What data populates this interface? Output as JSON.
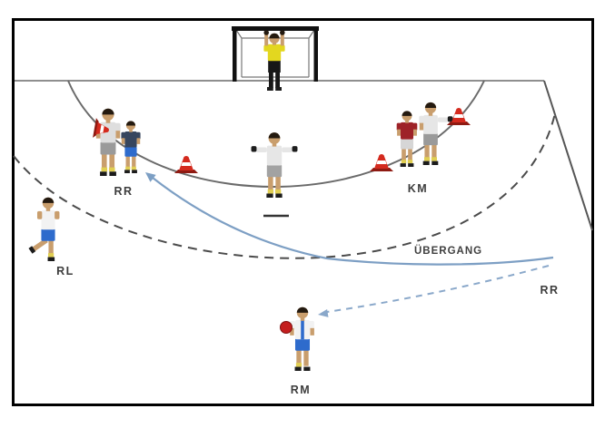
{
  "labels": {
    "rr_left": "RR",
    "km": "KM",
    "rl": "RL",
    "uebergang": "ÜBERGANG",
    "rr_right": "RR",
    "rm": "RM"
  },
  "players": [
    {
      "name": "goalkeeper",
      "shirt_color": "#e3d71f",
      "pants_color": "#171717",
      "pose": "arms-up-in-goal"
    },
    {
      "name": "defender-left",
      "shirt_color": "#dedede",
      "shorts_color": "#9a9a9a",
      "pose": "standing-holding-cone"
    },
    {
      "name": "attacker-rr-left",
      "label": "RR",
      "shirt_color": "#37465e",
      "shorts_color": "#2e6bcc",
      "pose": "standing-at-6m"
    },
    {
      "name": "defender-center",
      "shirt_color": "#e6e6e6",
      "shorts_color": "#a2a2a2",
      "pose": "arms-out"
    },
    {
      "name": "pivot-km",
      "label": "KM",
      "shirt_color": "#9e2228",
      "shorts_color": "#d6d6d6",
      "pose": "standing-at-6m"
    },
    {
      "name": "defender-right",
      "shirt_color": "#e6e6e6",
      "shorts_color": "#9a9a9a",
      "pose": "arm-extended-to-cone"
    },
    {
      "name": "back-rl",
      "label": "RL",
      "shirt_color": "#f2f2f2",
      "shorts_color": "#2e6bcc",
      "pose": "running"
    },
    {
      "name": "back-rm",
      "label": "RM",
      "shirt_color": "#f2f2f2",
      "shorts_color": "#2e6bcc",
      "pose": "standing-with-ball"
    }
  ],
  "equipment": {
    "upright_cones": 3,
    "held_cone": 1,
    "cone_color": "#d42a1e",
    "cone_band_color": "#ffffff",
    "ball_color": "#c41e1e"
  },
  "court": {
    "frame_color": "#000000",
    "goal_line_style": "solid",
    "six_meter_line_style": "solid-arc",
    "nine_meter_line_style": "dashed-arc",
    "seven_meter_mark": "short-line"
  },
  "arrows": {
    "run_arrow": {
      "style": "solid",
      "color": "#7d9fc4",
      "from": "RR (right back)",
      "annotation": "ÜBERGANG"
    },
    "pass_arrow": {
      "style": "dashed",
      "color": "#8aa8ca",
      "to": "RM"
    }
  }
}
